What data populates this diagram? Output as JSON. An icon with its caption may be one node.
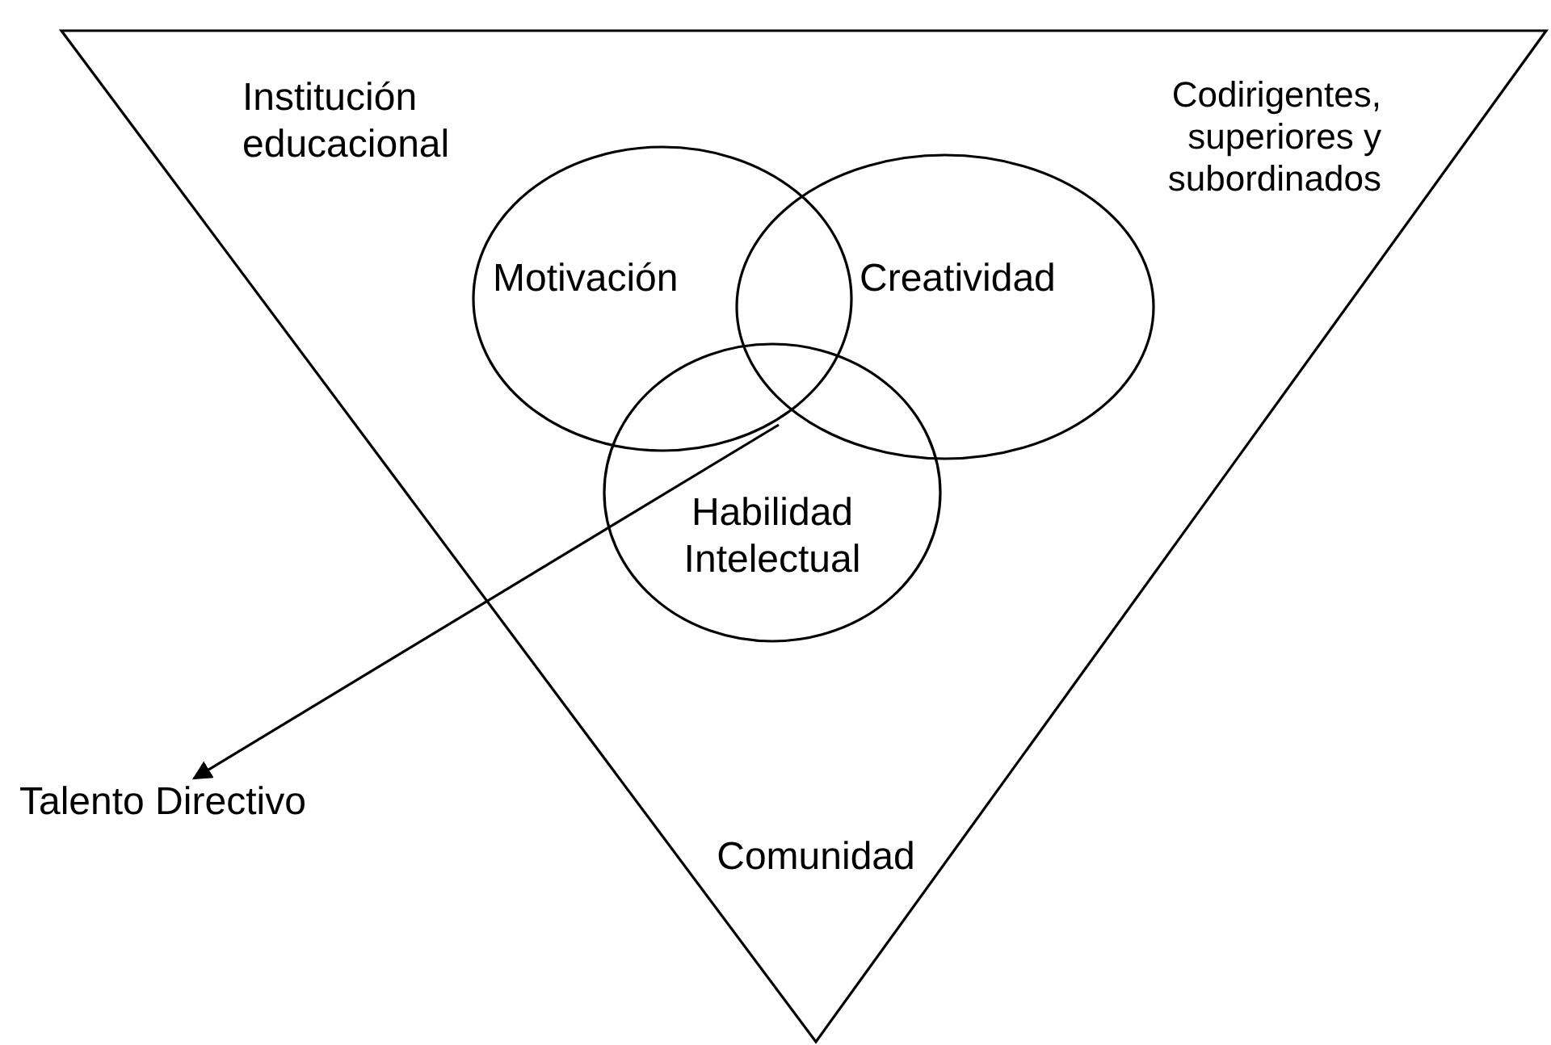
{
  "diagram": {
    "nodes": [
      {
        "text": [
          "Institución educacional",
          "Codirigentes, superiores y subordinados",
          "Comunidad"
        ]
      },
      {
        "text": [
          "Motivación"
        ],
        "in": 0
      },
      {
        "text": [
          "Creatividad"
        ],
        "in": 0
      },
      {
        "text": [
          "Habilidad Intelectual"
        ],
        "in": 0
      },
      {
        "text": [
          "Talento Directivo"
        ]
      }
    ],
    "edges": [
      {
        "from": 3,
        "to": 4,
        "arrow": "to"
      }
    ]
  }
}
